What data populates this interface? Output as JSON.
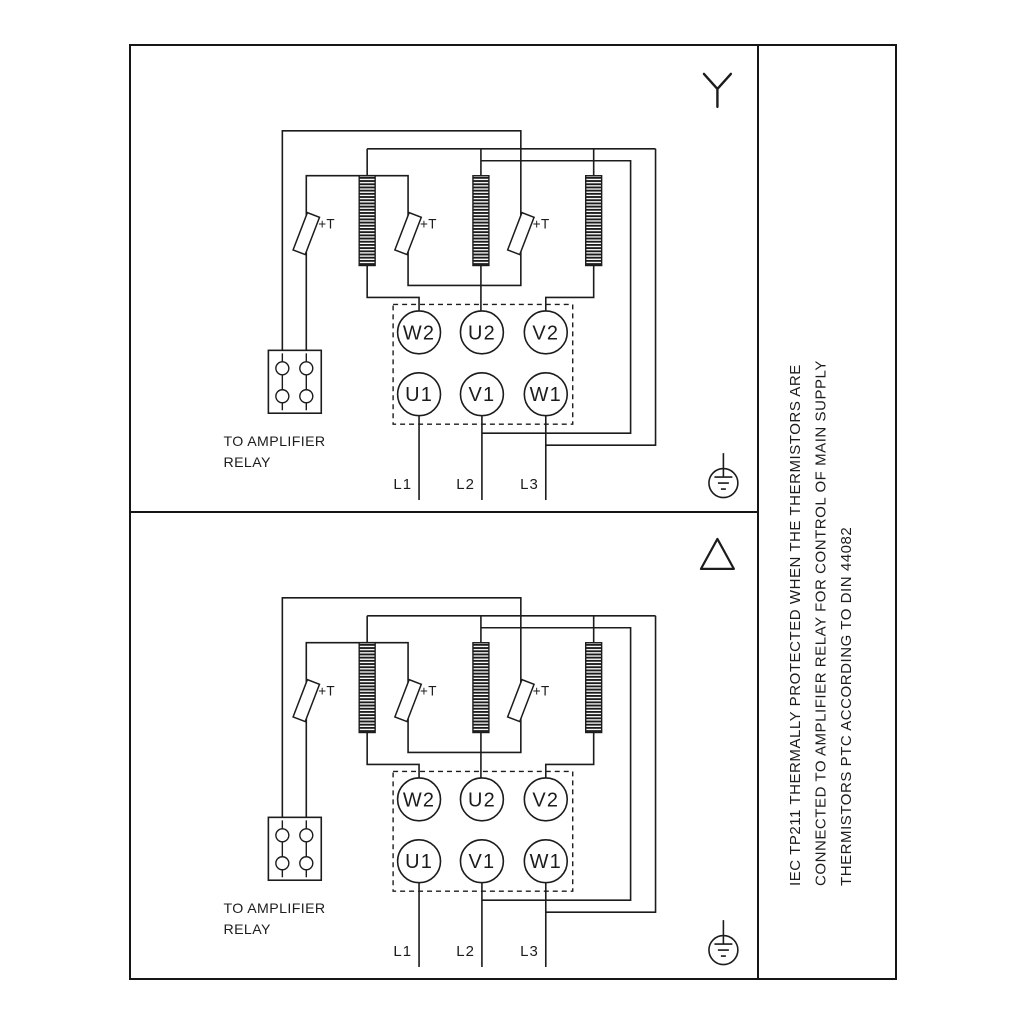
{
  "colors": {
    "line": "#1c1c1c",
    "background": "#ffffff"
  },
  "side_note": {
    "lines": [
      "IEC TP211 THERMALLY PROTECTED WHEN THE THERMISTORS ARE",
      "CONNECTED TO AMPLIFIER RELAY FOR CONTROL OF MAIN SUPPLY",
      "THERMISTORS PTC ACCORDING TO DIN 44082"
    ]
  },
  "panels": [
    {
      "connection": "star",
      "symbol": "wye-icon",
      "relay_caption": [
        "TO AMPLIFIER",
        "RELAY"
      ],
      "thermistor_labels": [
        "+T",
        "+T",
        "+T"
      ],
      "terminals_top": [
        "W2",
        "U2",
        "V2"
      ],
      "terminals_bottom": [
        "U1",
        "V1",
        "W1"
      ],
      "supply_labels": [
        "L1",
        "L2",
        "L3"
      ]
    },
    {
      "connection": "delta",
      "symbol": "delta-icon",
      "relay_caption": [
        "TO AMPLIFIER",
        "RELAY"
      ],
      "thermistor_labels": [
        "+T",
        "+T",
        "+T"
      ],
      "terminals_top": [
        "W2",
        "U2",
        "V2"
      ],
      "terminals_bottom": [
        "U1",
        "V1",
        "W1"
      ],
      "supply_labels": [
        "L1",
        "L2",
        "L3"
      ]
    }
  ]
}
